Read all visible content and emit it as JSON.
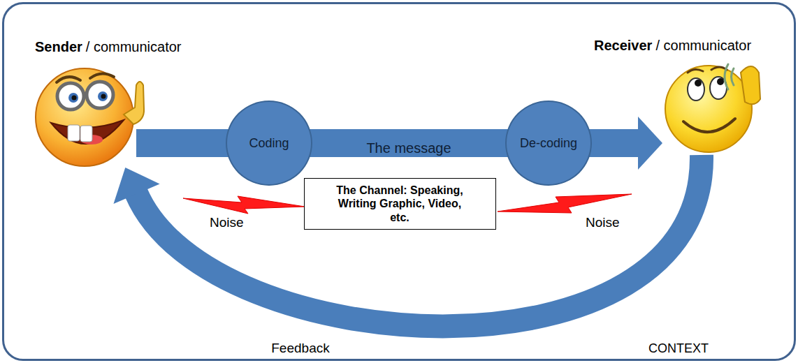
{
  "diagram": {
    "nodes": [
      {
        "text": [
          "CONTEXT"
        ]
      },
      {
        "text": [
          "Sender",
          "/ communicator"
        ],
        "in": 0
      },
      {
        "text": [
          "Coding"
        ],
        "in": 0
      },
      {
        "text": [
          "De-coding"
        ],
        "in": 0
      },
      {
        "text": [
          "Receiver",
          "/ communicator"
        ],
        "in": 0
      },
      {
        "text": [
          "The Channel: Speaking, Writing Graphic, Video, etc."
        ],
        "in": 0
      }
    ],
    "edges": [
      {
        "from": 1,
        "to": 2,
        "arrow": "none"
      },
      {
        "from": 2,
        "to": 3,
        "label": "The message",
        "arrow": "none"
      },
      {
        "from": 3,
        "to": 4,
        "arrow": "to"
      },
      {
        "from": 4,
        "to": 1,
        "label": "Feedback",
        "arrow": "to"
      }
    ],
    "labels": [
      "Noise",
      "Noise"
    ]
  }
}
